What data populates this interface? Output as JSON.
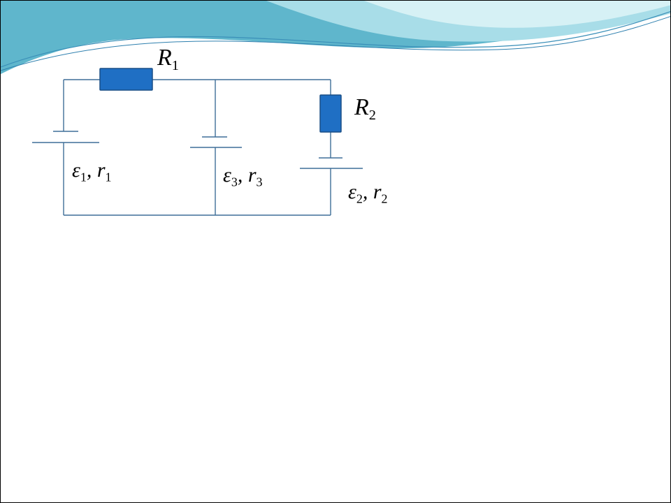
{
  "colors": {
    "wire": "#3f6f98",
    "resistor_fill": "#1f6fc4",
    "resistor_stroke": "#1a4f86",
    "header_dark": "#5fb6cc",
    "header_light": "#a8dde8",
    "header_pale": "#d6f1f5"
  },
  "labels": {
    "r1": {
      "letter": "R",
      "sub": "1"
    },
    "r2": {
      "letter": "R",
      "sub": "2"
    },
    "source1": {
      "emf": "ε",
      "emf_sub": "1",
      "sep": ",",
      "r": "r",
      "r_sub": "1"
    },
    "source3": {
      "emf": "ε",
      "emf_sub": "3",
      "sep": ",",
      "r": "r",
      "r_sub": "3"
    },
    "source2": {
      "emf": "ε",
      "emf_sub": "2",
      "sep": ",",
      "r": "r",
      "r_sub": "2"
    }
  }
}
